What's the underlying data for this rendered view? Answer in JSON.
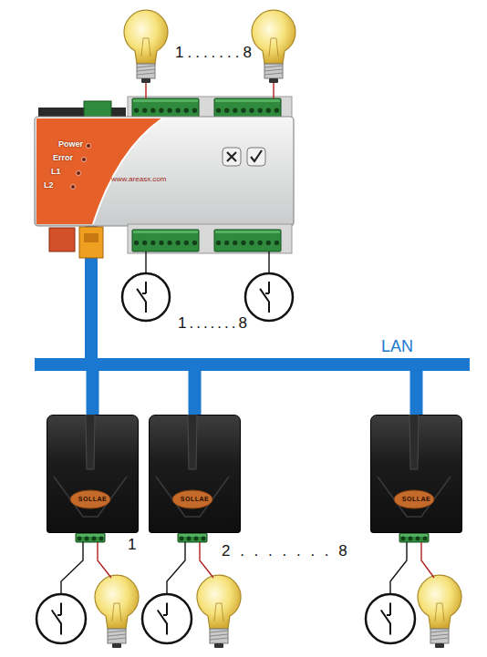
{
  "diagram": {
    "nodes": [
      {
        "text": [
          "Power",
          "Error",
          "L1",
          "L2",
          "www.areasx.com"
        ]
      },
      {
        "text": [
          "SOLLAE"
        ]
      },
      {
        "text": [
          "SOLLAE"
        ]
      },
      {
        "text": [
          "SOLLAE"
        ]
      }
    ],
    "edges": [
      {
        "from": 0,
        "to": 1,
        "arrow": "none"
      },
      {
        "from": 0,
        "to": 2,
        "arrow": "none"
      },
      {
        "from": 0,
        "to": 3,
        "arrow": "none"
      }
    ],
    "labels": [
      "1.......8",
      "1.......8",
      "LAN",
      "1",
      "2 . . . . . . . 8"
    ]
  }
}
